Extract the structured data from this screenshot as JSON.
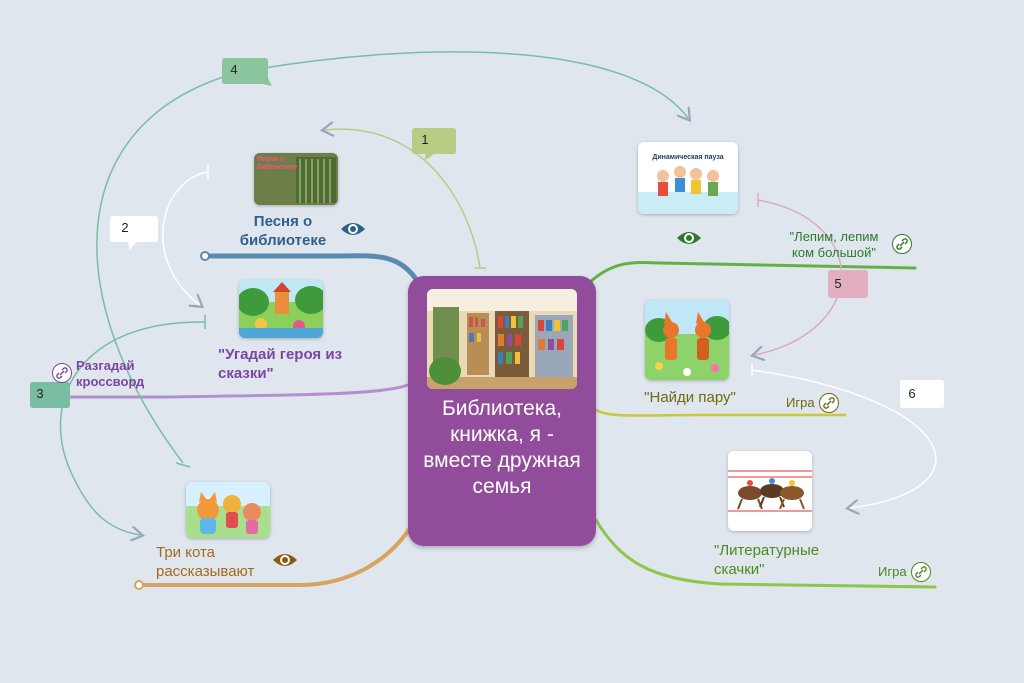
{
  "center": {
    "title": "Библиотека, книжка, я - вместе дружная семья"
  },
  "colors": {
    "center": "#914d9b",
    "song": "#5b8ab0",
    "guess": "#7b45a2",
    "crossword": "#b290cf",
    "cats": "#d7a462",
    "lepim": "#63b146",
    "pair": "#c9c73b",
    "race": "#8ec64a",
    "callout_green": "#8bc59e",
    "callout_pink": "#e3aebf",
    "arrow_olive": "#b7cc84",
    "arrow_teal": "#79bda3",
    "arrow_pink": "#dda9c0",
    "arrow_white": "#ffffff"
  },
  "nodes": {
    "song": {
      "label": "Песня о библиотеке",
      "icon": "eye-icon",
      "thumb_text": "Песня о библиотеке"
    },
    "guess": {
      "label": "\"Угадай героя из сказки\""
    },
    "crossword": {
      "label": "Разгадай кроссворд",
      "icon": "link-icon"
    },
    "cats": {
      "label": "Три кота рассказывают",
      "icon": "eye-icon"
    },
    "lepim": {
      "label": "\"Лепим, лепим ком большой\"",
      "icon": "link-icon",
      "thumb_text": "Динамическая пауза"
    },
    "pair": {
      "label": "\"Найди пару\"",
      "sub_label": "Игра",
      "icon": "link-icon"
    },
    "race": {
      "label": "\"Литературные скачки\"",
      "sub_label": "Игра",
      "icon": "link-icon"
    },
    "eye_lepim": {
      "icon": "eye-icon"
    }
  },
  "callouts": [
    "1",
    "2",
    "3",
    "4",
    "5",
    "6"
  ]
}
